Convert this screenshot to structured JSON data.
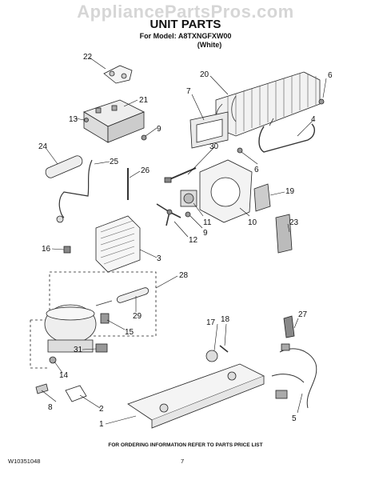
{
  "watermark": "AppliancePartsPros.com",
  "header": {
    "title": "UNIT PARTS",
    "model_line": "For Model: A8TXNGFXW00",
    "color_line": "(White)"
  },
  "callouts": [
    "1",
    "2",
    "3",
    "4",
    "5",
    "6",
    "6",
    "7",
    "8",
    "9",
    "9",
    "10",
    "11",
    "12",
    "13",
    "14",
    "15",
    "16",
    "17",
    "18",
    "19",
    "20",
    "21",
    "22",
    "23",
    "24",
    "25",
    "26",
    "27",
    "28",
    "29",
    "30",
    "31"
  ],
  "footer": {
    "ordering_note": "FOR ORDERING INFORMATION REFER TO PARTS PRICE LIST",
    "doc_number": "W10351048",
    "page_number": "7"
  }
}
